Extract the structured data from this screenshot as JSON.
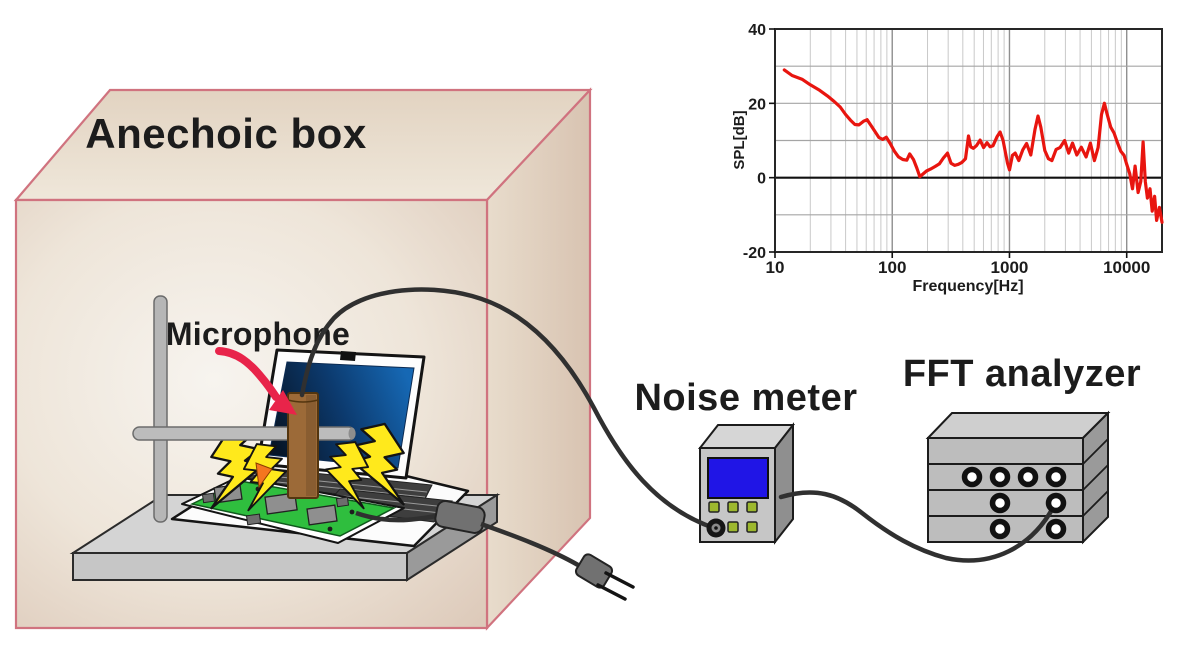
{
  "labels": {
    "anechoic_box": "Anechoic box",
    "microphone": "Microphone",
    "noise_meter": "Noise meter",
    "fft_analyzer": "FFT analyzer"
  },
  "colors": {
    "box_edge_pink": "#d0737f",
    "box_face_beige": "#e7dccd",
    "table_gray": "#d2d2d2",
    "pcb_green": "#2fbe3e",
    "lightning_yellow": "#ffe91c",
    "microphone_brown": "#9c6a38",
    "laptop_screen_blue": "#1460ae",
    "red_arrow": "#e8244a",
    "cable_dark": "#303030",
    "meter_screen_blue": "#2015e6",
    "meter_button_green": "#9db82e",
    "chart_line_red": "#e8150f"
  },
  "chart_data": {
    "type": "line",
    "title": "",
    "xlabel": "Frequency[Hz]",
    "ylabel": "SPL[dB]",
    "x_scale": "log",
    "xlim": [
      10,
      20000
    ],
    "ylim": [
      -20,
      40
    ],
    "x_ticks": [
      10,
      100,
      1000,
      10000
    ],
    "y_ticks": [
      -20,
      0,
      20,
      40
    ],
    "grid": true,
    "legend": "none",
    "line_color": "#e8150f",
    "series": [
      {
        "name": "SPL",
        "points": [
          [
            12,
            29
          ],
          [
            14,
            27.5
          ],
          [
            17,
            26.5
          ],
          [
            20,
            25
          ],
          [
            24,
            23.5
          ],
          [
            28,
            22
          ],
          [
            32,
            20.5
          ],
          [
            36,
            19
          ],
          [
            40,
            17
          ],
          [
            44,
            15.5
          ],
          [
            48,
            14.3
          ],
          [
            52,
            14.2
          ],
          [
            57,
            15.2
          ],
          [
            61,
            15.6
          ],
          [
            66,
            14
          ],
          [
            71,
            12.5
          ],
          [
            77,
            10.8
          ],
          [
            83,
            10.3
          ],
          [
            89,
            10.9
          ],
          [
            96,
            9.2
          ],
          [
            104,
            7.2
          ],
          [
            113,
            5.6
          ],
          [
            123,
            4.9
          ],
          [
            133,
            4.7
          ],
          [
            141,
            6.4
          ],
          [
            152,
            4.8
          ],
          [
            162,
            2.6
          ],
          [
            172,
            0.3
          ],
          [
            183,
            1
          ],
          [
            196,
            1.8
          ],
          [
            212,
            2.3
          ],
          [
            232,
            3
          ],
          [
            252,
            3.7
          ],
          [
            273,
            5.3
          ],
          [
            296,
            6.6
          ],
          [
            317,
            3.9
          ],
          [
            341,
            3.3
          ],
          [
            366,
            3.6
          ],
          [
            393,
            4.1
          ],
          [
            422,
            5.1
          ],
          [
            447,
            11.2
          ],
          [
            467,
            8.3
          ],
          [
            492,
            7.9
          ],
          [
            522,
            8.6
          ],
          [
            562,
            10.1
          ],
          [
            602,
            8.1
          ],
          [
            643,
            9.4
          ],
          [
            684,
            8.3
          ],
          [
            724,
            8.6
          ],
          [
            782,
            11
          ],
          [
            832,
            12.3
          ],
          [
            882,
            10
          ],
          [
            932,
            6.1
          ],
          [
            962,
            3.9
          ],
          [
            1000,
            2.1
          ],
          [
            1060,
            6
          ],
          [
            1120,
            6.6
          ],
          [
            1200,
            4.6
          ],
          [
            1300,
            7.5
          ],
          [
            1400,
            9.2
          ],
          [
            1520,
            6.1
          ],
          [
            1650,
            13
          ],
          [
            1750,
            16.6
          ],
          [
            1850,
            13.6
          ],
          [
            2000,
            7.3
          ],
          [
            2150,
            5.1
          ],
          [
            2300,
            4.6
          ],
          [
            2500,
            7.6
          ],
          [
            2700,
            8.1
          ],
          [
            2950,
            10
          ],
          [
            3200,
            6.6
          ],
          [
            3450,
            9.3
          ],
          [
            3750,
            6.1
          ],
          [
            4100,
            8.2
          ],
          [
            4500,
            5.6
          ],
          [
            4900,
            9.3
          ],
          [
            5300,
            4.6
          ],
          [
            5700,
            8.1
          ],
          [
            6100,
            17
          ],
          [
            6450,
            20
          ],
          [
            6800,
            17.1
          ],
          [
            7300,
            13.6
          ],
          [
            7800,
            12
          ],
          [
            8300,
            9.6
          ],
          [
            8900,
            7.1
          ],
          [
            9500,
            6
          ],
          [
            10000,
            3.6
          ],
          [
            10600,
            1.1
          ],
          [
            11200,
            -3
          ],
          [
            11800,
            3.1
          ],
          [
            12500,
            -4
          ],
          [
            13200,
            -1
          ],
          [
            13800,
            9.6
          ],
          [
            14400,
            -1
          ],
          [
            15000,
            -5.5
          ],
          [
            15800,
            -3
          ],
          [
            16500,
            -9
          ],
          [
            17300,
            -5
          ],
          [
            18000,
            -11.5
          ],
          [
            19000,
            -8
          ],
          [
            20000,
            -12
          ]
        ]
      }
    ]
  }
}
